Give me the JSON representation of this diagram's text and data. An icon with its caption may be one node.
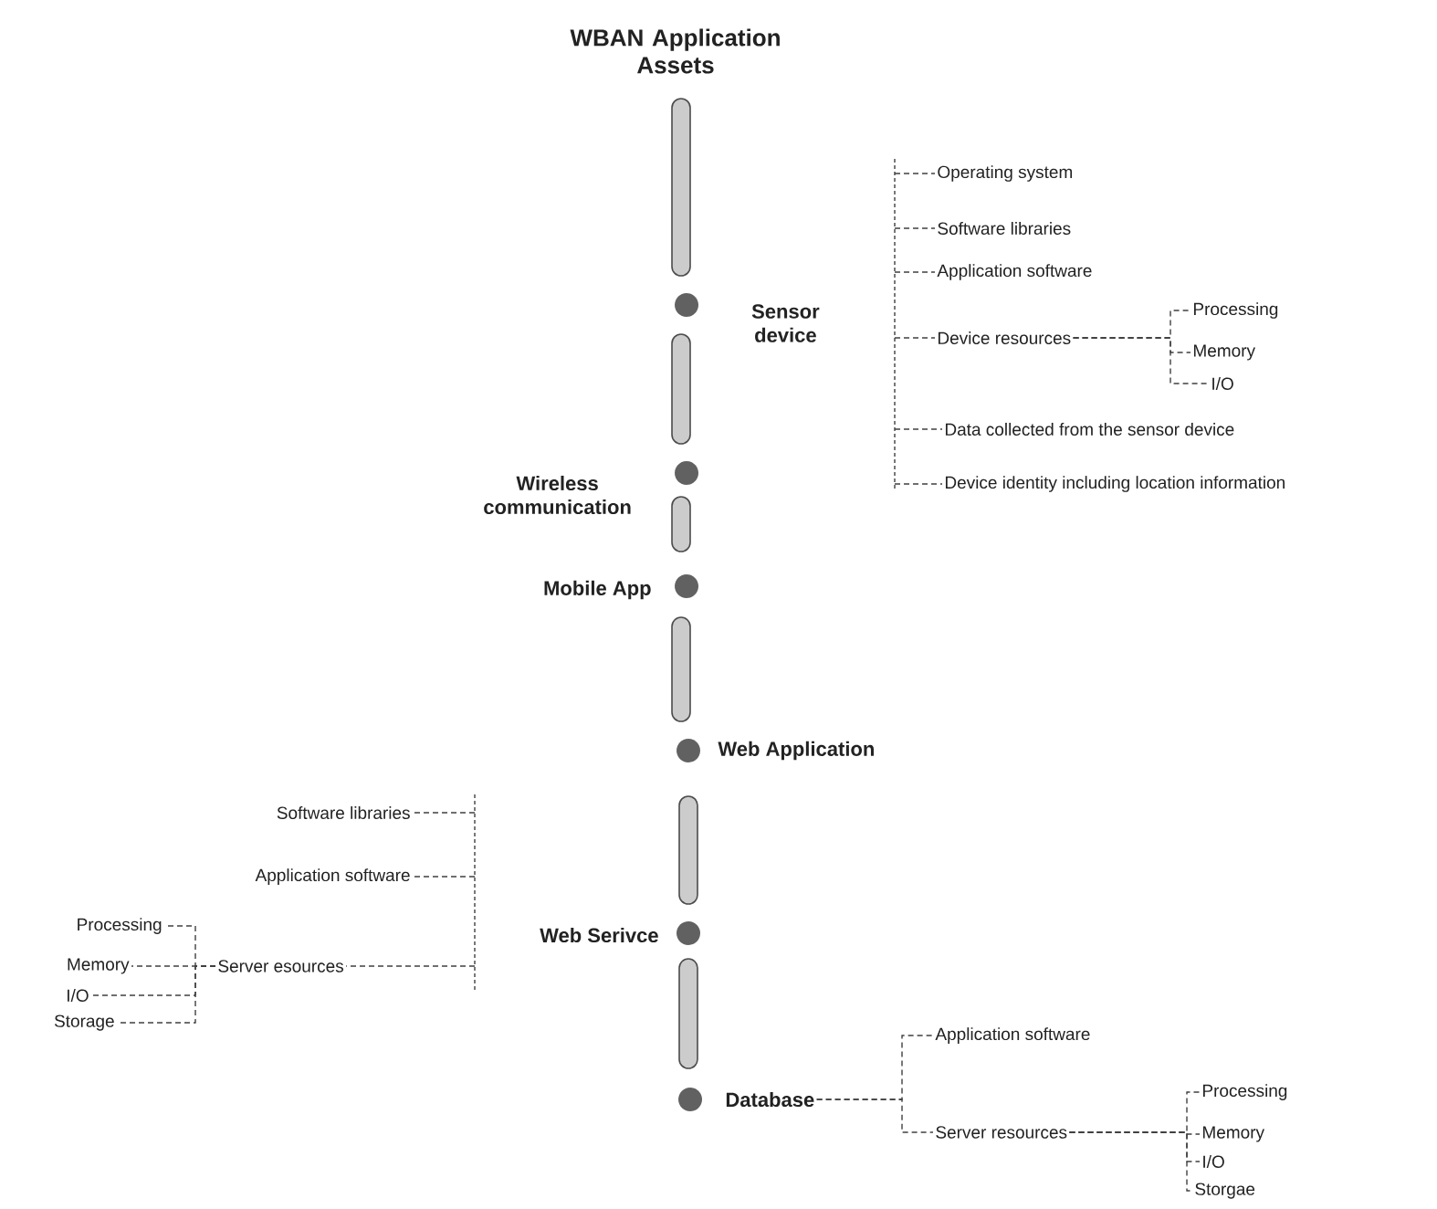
{
  "diagram": {
    "nodes": [
      {
        "text": [
          "WBAN Application Assets"
        ]
      },
      {
        "text": [],
        "shape": "bar"
      },
      {
        "text": [],
        "shape": "circle",
        "beside": [
          "Sensor device"
        ]
      },
      {
        "text": [
          "Operating system"
        ]
      },
      {
        "text": [
          "Software libraries"
        ]
      },
      {
        "text": [
          "Application software"
        ]
      },
      {
        "text": [
          "Device resources"
        ]
      },
      {
        "text": [
          "Processing"
        ]
      },
      {
        "text": [
          "Memory"
        ]
      },
      {
        "text": [
          "I/O"
        ]
      },
      {
        "text": [
          "Data collected from the sensor device"
        ]
      },
      {
        "text": [
          "Device identity including location information"
        ]
      },
      {
        "text": [],
        "shape": "bar"
      },
      {
        "text": [],
        "shape": "circle",
        "beside": [
          "Wireless communication"
        ]
      },
      {
        "text": [],
        "shape": "bar"
      },
      {
        "text": [],
        "shape": "circle",
        "beside": [
          "Mobile App"
        ]
      },
      {
        "text": [],
        "shape": "bar"
      },
      {
        "text": [],
        "shape": "circle",
        "beside": [
          "Web Application"
        ]
      },
      {
        "text": [
          "Software libraries"
        ]
      },
      {
        "text": [
          "Application software"
        ]
      },
      {
        "text": [
          "Processing"
        ]
      },
      {
        "text": [
          "Memory"
        ]
      },
      {
        "text": [
          "Server esources"
        ]
      },
      {
        "text": [
          "I/O"
        ]
      },
      {
        "text": [
          "Storage"
        ]
      },
      {
        "text": [],
        "shape": "bar"
      },
      {
        "text": [],
        "shape": "circle",
        "beside": [
          "Web Serivce"
        ]
      },
      {
        "text": [],
        "shape": "bar"
      },
      {
        "text": [],
        "shape": "circle",
        "beside": [
          "Database"
        ]
      },
      {
        "text": [
          "Application software"
        ]
      },
      {
        "text": [
          "Processing"
        ]
      },
      {
        "text": [
          "Server resources"
        ]
      },
      {
        "text": [
          "Memory"
        ]
      },
      {
        "text": [
          "I/O"
        ]
      },
      {
        "text": [
          "Storgae"
        ]
      },
      {
        "text": [],
        "shape": "line"
      },
      {
        "text": [],
        "shape": "line"
      }
    ],
    "edges": [
      {
        "from": 6,
        "to": 7,
        "arrow": "none",
        "style": "dashed"
      },
      {
        "from": 6,
        "to": 8,
        "arrow": "none",
        "style": "dashed"
      },
      {
        "from": 6,
        "to": 9,
        "arrow": "none",
        "style": "dashed"
      },
      {
        "from": 22,
        "to": 20,
        "arrow": "none",
        "style": "dashed"
      },
      {
        "from": 22,
        "to": 21,
        "arrow": "none",
        "style": "dashed"
      },
      {
        "from": 22,
        "to": 23,
        "arrow": "none",
        "style": "dashed"
      },
      {
        "from": 22,
        "to": 24,
        "arrow": "none",
        "style": "dashed"
      },
      {
        "from": 28,
        "to": 29,
        "arrow": "none",
        "style": "dashed"
      },
      {
        "from": 28,
        "to": 31,
        "arrow": "none",
        "style": "dashed"
      },
      {
        "from": 31,
        "to": 30,
        "arrow": "none",
        "style": "dashed"
      },
      {
        "from": 31,
        "to": 32,
        "arrow": "none",
        "style": "dashed"
      },
      {
        "from": 31,
        "to": 33,
        "arrow": "none",
        "style": "dashed"
      },
      {
        "from": 31,
        "to": 34,
        "arrow": "none",
        "style": "dashed"
      },
      {
        "from": 35,
        "to": 3,
        "arrow": "none",
        "style": "dashed"
      },
      {
        "from": 35,
        "to": 4,
        "arrow": "none",
        "style": "dashed"
      },
      {
        "from": 35,
        "to": 5,
        "arrow": "none",
        "style": "dashed"
      },
      {
        "from": 35,
        "to": 6,
        "arrow": "none",
        "style": "dashed"
      },
      {
        "from": 35,
        "to": 10,
        "arrow": "none",
        "style": "dashed"
      },
      {
        "from": 35,
        "to": 11,
        "arrow": "none",
        "style": "dashed"
      },
      {
        "from": 36,
        "to": 18,
        "arrow": "none",
        "style": "dashed"
      },
      {
        "from": 36,
        "to": 19,
        "arrow": "none",
        "style": "dashed"
      },
      {
        "from": 36,
        "to": 22,
        "arrow": "none",
        "style": "dashed"
      }
    ]
  }
}
